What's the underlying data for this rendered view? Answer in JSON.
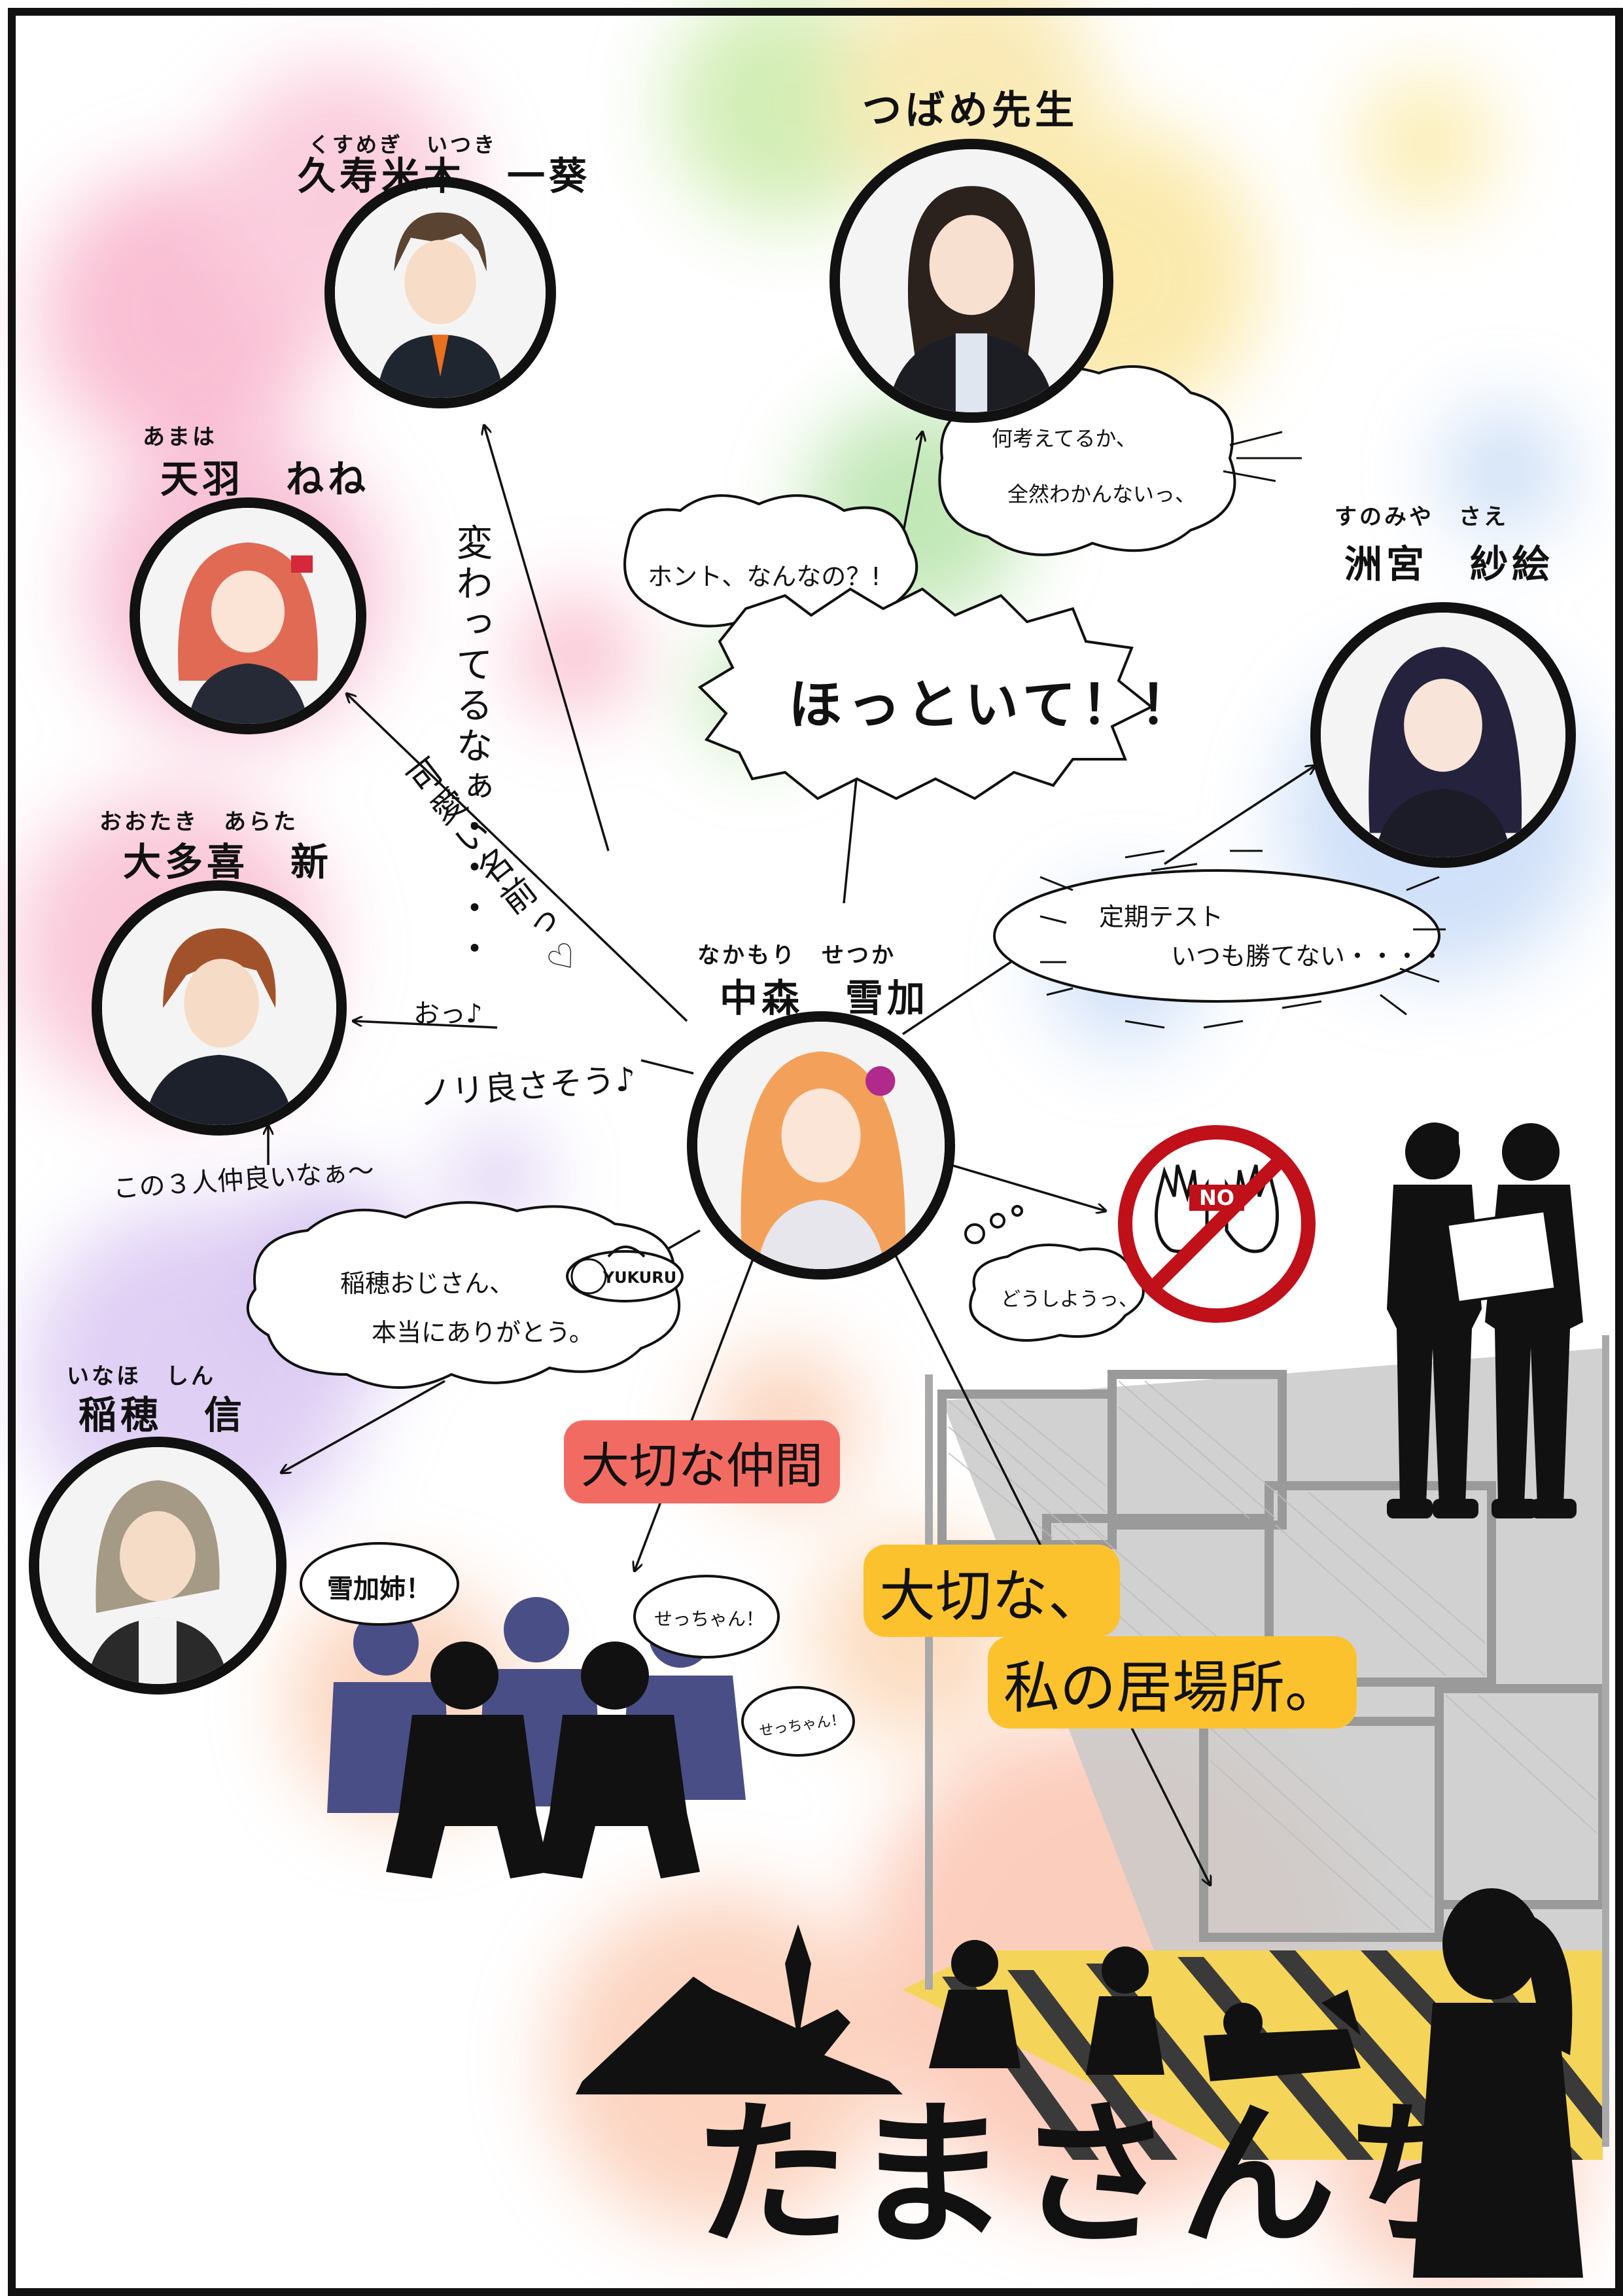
{
  "characters": {
    "itsuki": {
      "ruby": "くすめぎ　いつき",
      "name": "久寿米木　一葵"
    },
    "tsubame": {
      "name": "つばめ先生"
    },
    "nene": {
      "ruby": "あまは",
      "name": "天羽　ねね"
    },
    "sae": {
      "ruby": "すのみや　さえ",
      "name": "洲宮　紗絵"
    },
    "arata": {
      "ruby": "おおたき　あらた",
      "name": "大多喜　新"
    },
    "setsuka": {
      "ruby": "なかもり　せつか",
      "name": "中森　雪加"
    },
    "shin": {
      "ruby": "いなほ　しん",
      "name": "稲穂　信"
    }
  },
  "labels": {
    "itsuki_line": "変わってるなぁ・・・・",
    "nene_line": "可愛い名前っ♡",
    "arata_small": "おっ♪",
    "arata_line": "ノリ良さそう♪",
    "trio": "この３人仲良いなぁ〜",
    "tsubame_bubble_1": "何考えてるか、",
    "tsubame_bubble_2": "全然わかんないっ、",
    "honto": "ホント、なんなの？!",
    "hottoite": "ほっといて！！",
    "sae_bubble_1": "定期テスト",
    "sae_bubble_2": "いつも勝てない・・・・",
    "shin_bubble_1": "稲穂おじさん、",
    "shin_bubble_2": "本当にありがとう。",
    "yukuru_logo": "YUKURU",
    "no_sign": "NO",
    "doushiyou": "どうしようっ、",
    "nakama_tag": "大切な仲間",
    "ibasho_line1": "大切な、",
    "ibasho_line2": "私の居場所。",
    "setsuka_nee": "雪加姉！",
    "secchan_1": "せっちゃん！",
    "secchan_2": "せっちゃん！",
    "title": "たまさんち"
  },
  "colors": {
    "red_tag": "#f26b63",
    "yellow_tag": "#fbc22e",
    "line": "#111111",
    "no_sign_red": "#c0101a",
    "crowd_blue": "#4a4e86"
  }
}
